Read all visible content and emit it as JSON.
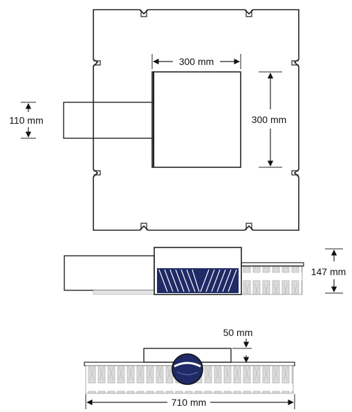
{
  "dimensions": {
    "top_width": "300 mm",
    "top_height": "300 mm",
    "arm_height": "110 mm",
    "side_height": "147 mm",
    "end_offset": "50 mm",
    "overall_width": "710 mm"
  },
  "colors": {
    "line": "#222222",
    "led_fill": "#1f2a66",
    "fin_fill": "#d9d9d9",
    "fin_stroke": "#9a9a9a"
  }
}
